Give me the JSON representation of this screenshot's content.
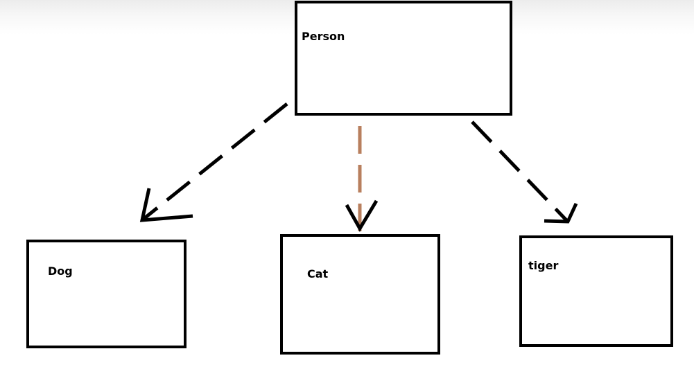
{
  "nodes": {
    "person": {
      "label": "Person"
    },
    "dog": {
      "label": "Dog"
    },
    "cat": {
      "label": "Cat"
    },
    "tiger": {
      "label": "tiger"
    }
  },
  "edges": [
    {
      "from": "person",
      "to": "dog",
      "style": "dashed",
      "color": "#000000"
    },
    {
      "from": "person",
      "to": "cat",
      "style": "dashed",
      "color": "#b87f5e"
    },
    {
      "from": "person",
      "to": "tiger",
      "style": "dashed",
      "color": "#000000"
    }
  ],
  "colors": {
    "box_border": "#000000",
    "label_text": "#000000",
    "cat_edge": "#b87f5e"
  }
}
